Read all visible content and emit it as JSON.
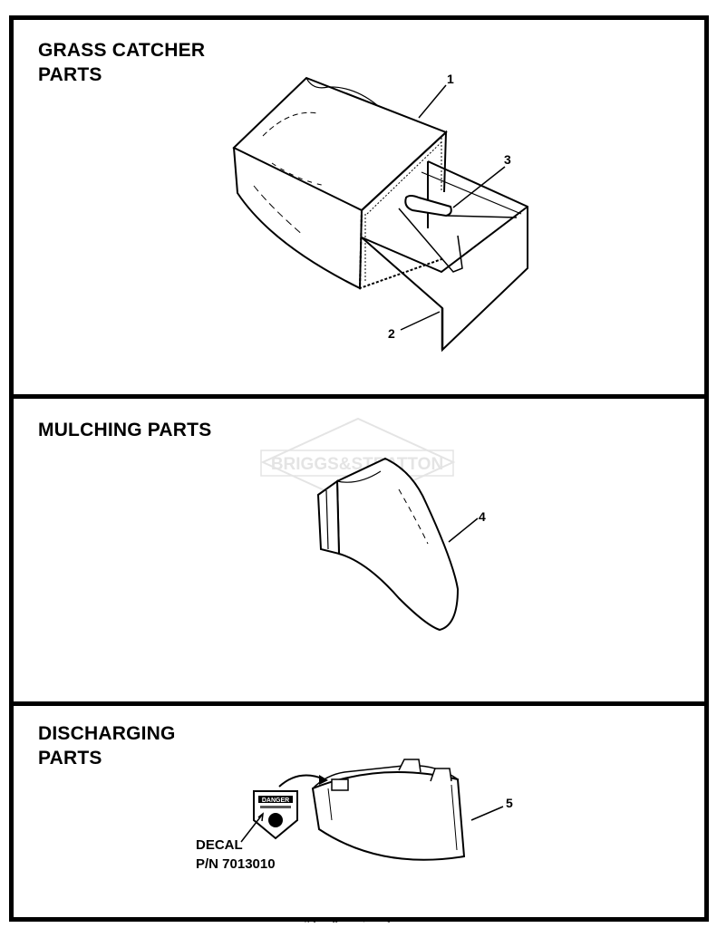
{
  "sections": [
    {
      "title_line1": "GRASS CATCHER",
      "title_line2": "PARTS"
    },
    {
      "title_line1": "MULCHING PARTS",
      "title_line2": ""
    },
    {
      "title_line1": "DISCHARGING",
      "title_line2": "PARTS"
    }
  ],
  "callouts": [
    "1",
    "2",
    "3",
    "4",
    "5"
  ],
  "decal": {
    "label": "DECAL",
    "part_number": "P/N  7013010",
    "sign_text": "DANGER"
  },
  "watermark": "BRIGGS&STRATTON",
  "copyright": "Copyright © Briggs & Stratton, LLC. All rights reserved."
}
